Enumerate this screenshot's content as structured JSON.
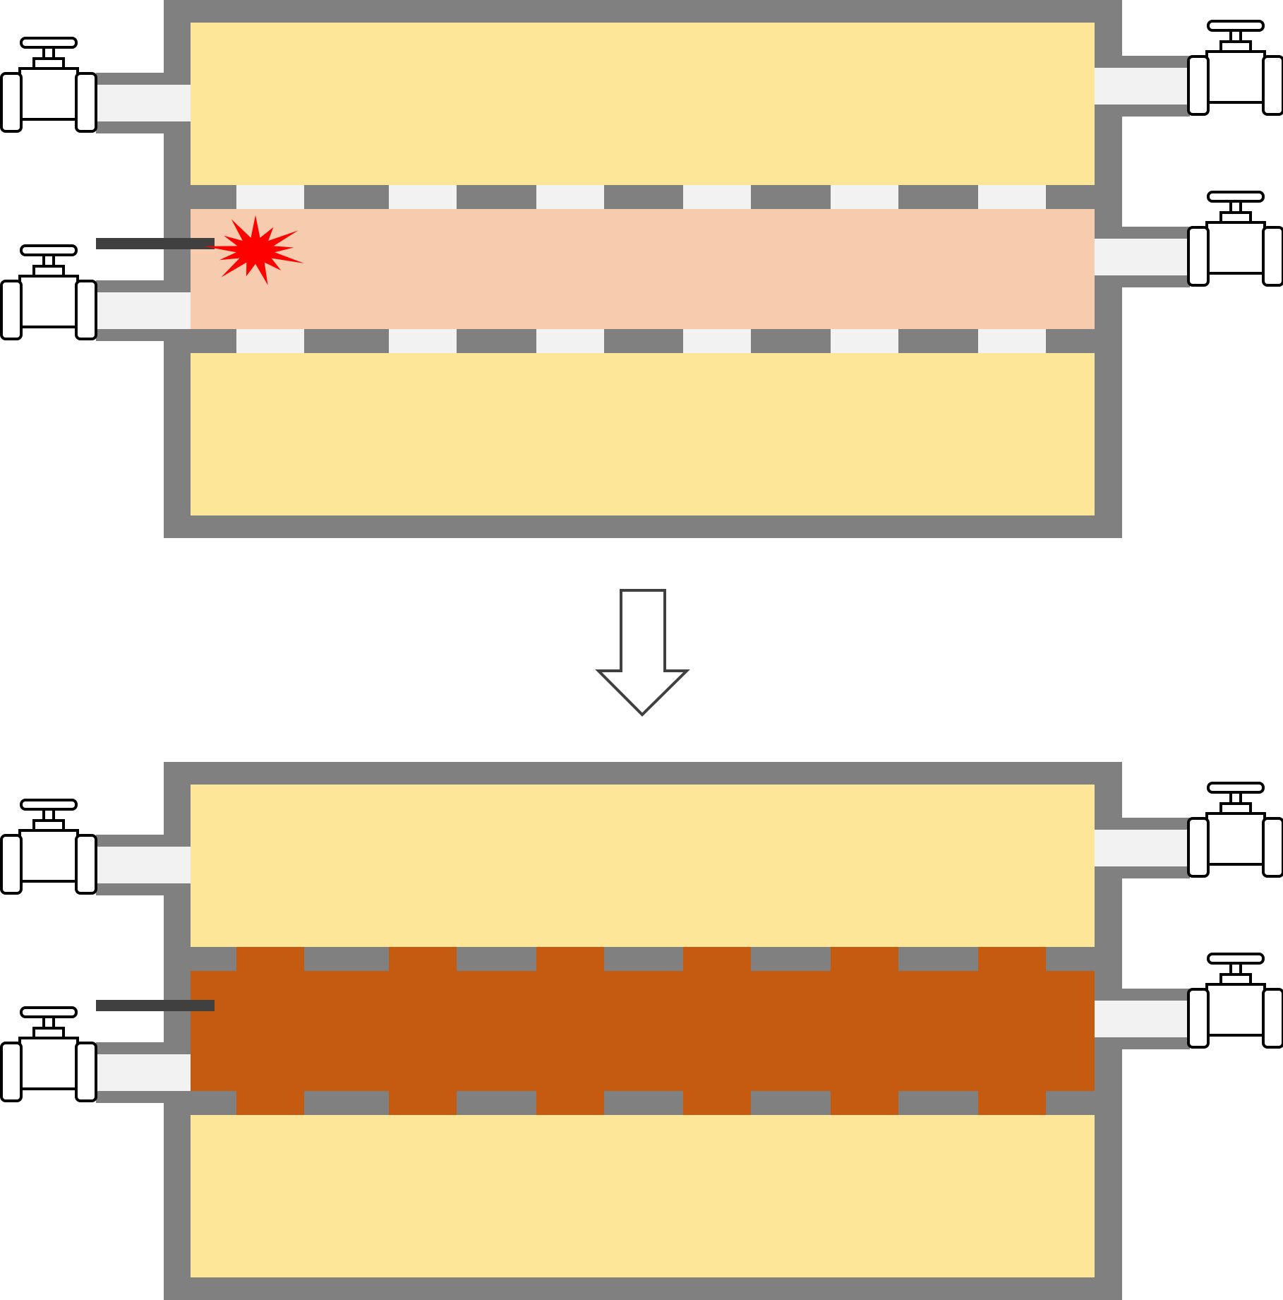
{
  "diagram": {
    "stages": [
      {
        "id": "before",
        "channel_state": "ignition",
        "has_spark": true
      },
      {
        "id": "after",
        "channel_state": "filled",
        "has_spark": false
      }
    ],
    "transition": {
      "icon": "down-arrow-icon",
      "direction": "down"
    },
    "valves_per_stage": 4,
    "icons": {
      "valve": "valve-icon",
      "spark": "spark-icon",
      "electrode": "igniter-rod"
    },
    "colors": {
      "background": "#ffffff",
      "wall": "#808080",
      "chamber": "#fee699",
      "channel_before": "#f7cbad",
      "channel_after": "#c55a11",
      "port_opening": "#f2f2f2",
      "spark": "#ff0000",
      "electrode": "#404040",
      "valve_fill": "#ffffff",
      "valve_stroke": "#000000",
      "arrow_stroke": "#404040",
      "arrow_fill": "#ffffff"
    }
  }
}
